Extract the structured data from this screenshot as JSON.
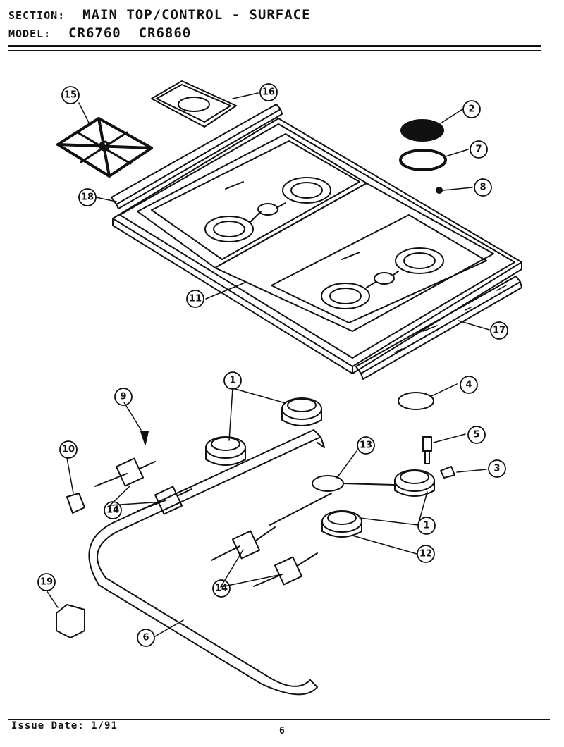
{
  "header": {
    "section_label": "SECTION:",
    "section_value": "MAIN TOP/CONTROL - SURFACE",
    "model_label": "MODEL:",
    "model_value": "CR6760  CR6860"
  },
  "footer": {
    "issue_date": "Issue Date: 1/91",
    "page_number": "6"
  },
  "callouts": {
    "c1a": "1",
    "c1b": "1",
    "c2": "2",
    "c3": "3",
    "c4": "4",
    "c5": "5",
    "c6": "6",
    "c7": "7",
    "c8": "8",
    "c9": "9",
    "c10": "10",
    "c11": "11",
    "c12": "12",
    "c13": "13",
    "c14a": "14",
    "c14b": "14",
    "c15": "15",
    "c16": "16",
    "c17": "17",
    "c18": "18",
    "c19": "19"
  }
}
